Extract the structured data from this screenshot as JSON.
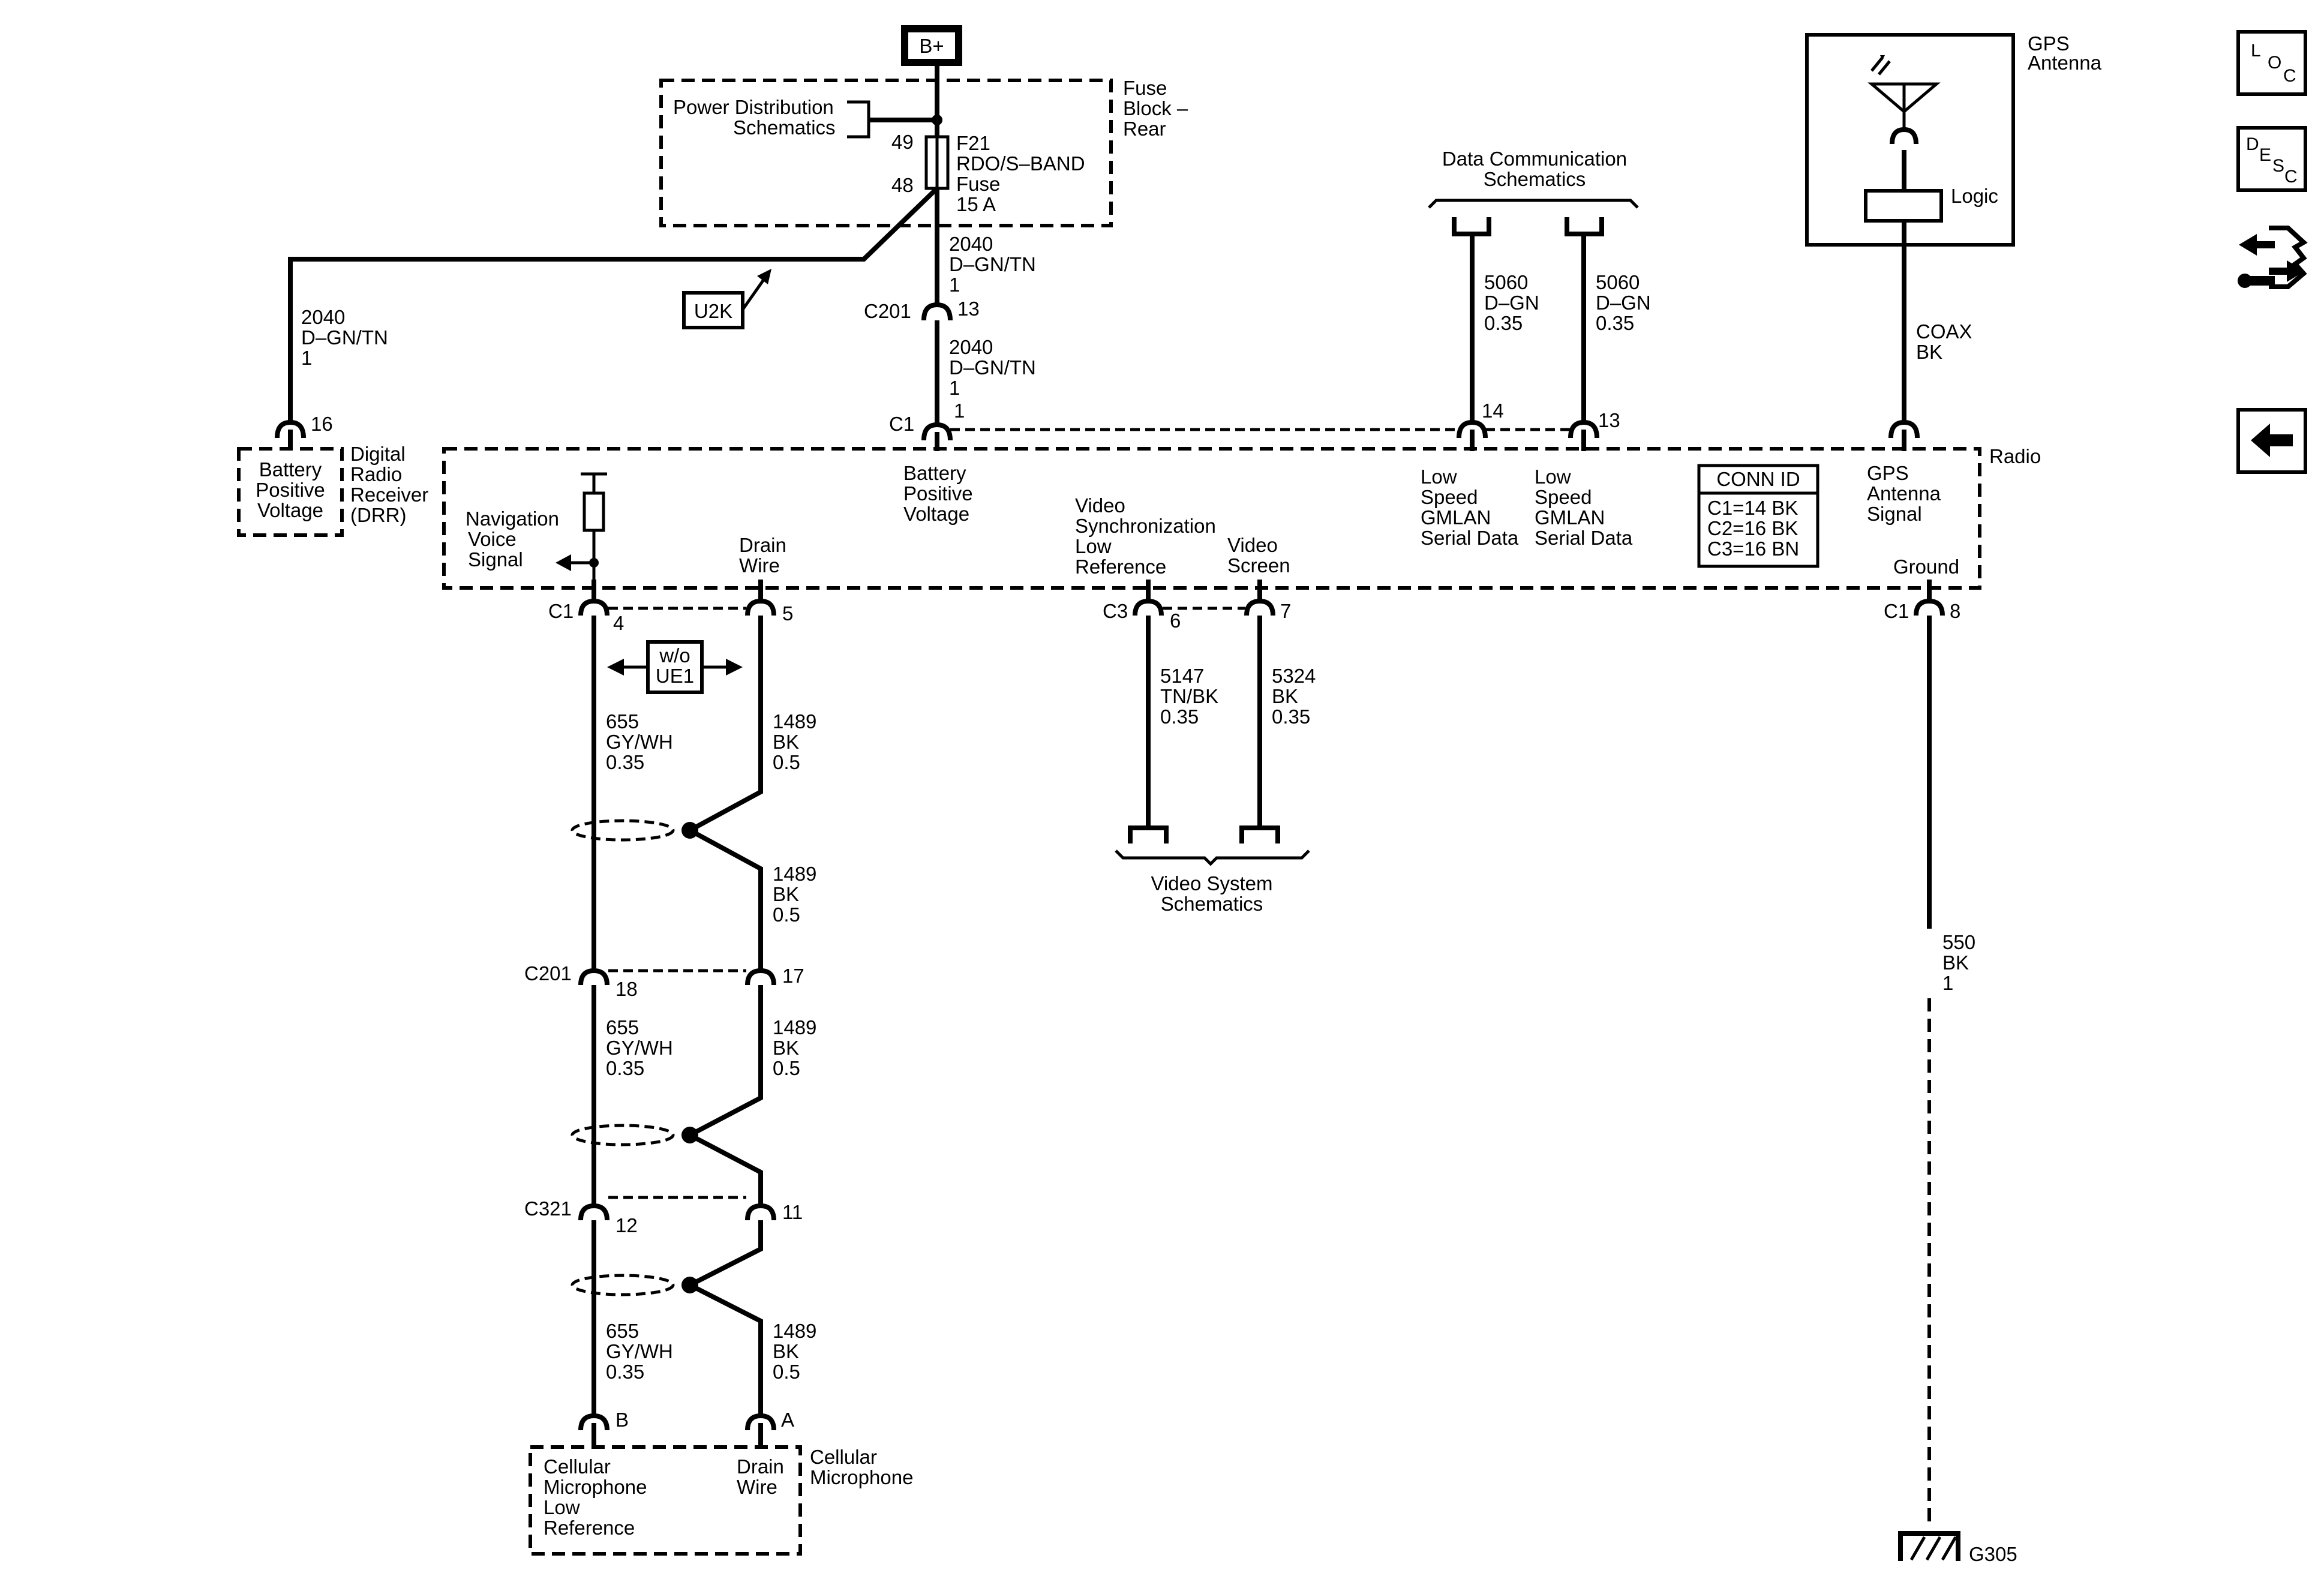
{
  "battery": {
    "label": "B+"
  },
  "fuse_block": {
    "title": [
      "Fuse",
      "Block –",
      "Rear"
    ],
    "pds": [
      "Power Distribution",
      "Schematics"
    ],
    "pin_in": "49",
    "pin_out": "48",
    "fuse": [
      "F21",
      "RDO/S–BAND",
      "Fuse",
      "15 A"
    ]
  },
  "u2k": {
    "label": "U2K"
  },
  "wires": {
    "fuse_out": [
      "2040",
      "D–GN/TN",
      "1"
    ],
    "c201_13": [
      "2040",
      "D–GN/TN",
      "1"
    ],
    "drr_feed": [
      "2040",
      "D–GN/TN",
      "1"
    ],
    "gmlan_14": [
      "5060",
      "D–GN",
      "0.35"
    ],
    "gmlan_13": [
      "5060",
      "D–GN",
      "0.35"
    ],
    "coax": [
      "COAX",
      "BK"
    ],
    "vid_ref": [
      "5147",
      "TN/BK",
      "0.35"
    ],
    "vid_screen": [
      "5324",
      "BK",
      "0.35"
    ],
    "ground": [
      "550",
      "BK",
      "1"
    ],
    "mic_1": [
      "655",
      "GY/WH",
      "0.35"
    ],
    "drain_1": [
      "1489",
      "BK",
      "0.5"
    ],
    "drain_1b": [
      "1489",
      "BK",
      "0.5"
    ],
    "mic_2": [
      "655",
      "GY/WH",
      "0.35"
    ],
    "drain_2": [
      "1489",
      "BK",
      "0.5"
    ],
    "mic_3": [
      "655",
      "GY/WH",
      "0.35"
    ],
    "drain_3": [
      "1489",
      "BK",
      "0.5"
    ]
  },
  "connectors": {
    "c201_top": {
      "name": "C201",
      "pin": "13"
    },
    "c1_radio": {
      "name": "C1",
      "pin": "1"
    },
    "drr_pin": "16",
    "gmlan_a": "14",
    "gmlan_b": "13",
    "c1_nav": {
      "name": "C1",
      "pin": "4"
    },
    "drain_pin": "5",
    "c3_vid": {
      "name": "C3",
      "pin": "6"
    },
    "vid_screen_pin": "7",
    "c1_gnd": {
      "name": "C1",
      "pin": "8"
    },
    "c201_low": {
      "name": "C201",
      "pin_a": "18",
      "pin_b": "17"
    },
    "c321": {
      "name": "C321",
      "pin_a": "12",
      "pin_b": "11"
    },
    "mic_b": "B",
    "mic_a": "A"
  },
  "data_comm": [
    "Data Communication",
    "Schematics"
  ],
  "video_sys": [
    "Video System",
    "Schematics"
  ],
  "gps": {
    "title": [
      "GPS",
      "Antenna"
    ],
    "logic": "Logic"
  },
  "drr": {
    "box": [
      "Battery",
      "Positive",
      "Voltage"
    ],
    "title": [
      "Digital",
      "Radio",
      "Receiver",
      "(DRR)"
    ]
  },
  "radio": {
    "title": "Radio",
    "batt": [
      "Battery",
      "Positive",
      "Voltage"
    ],
    "nav": [
      "Navigation",
      "Voice",
      "Signal"
    ],
    "drain": [
      "Drain",
      "Wire"
    ],
    "vsync": [
      "Video",
      "Synchronization",
      "Low",
      "Reference"
    ],
    "vscreen": [
      "Video",
      "Screen"
    ],
    "ls1": [
      "Low",
      "Speed",
      "GMLAN",
      "Serial Data"
    ],
    "ls2": [
      "Low",
      "Speed",
      "GMLAN",
      "Serial Data"
    ],
    "gps_sig": [
      "GPS",
      "Antenna",
      "Signal"
    ],
    "ground": "Ground",
    "conn_id_title": "CONN ID",
    "conn_id": [
      "C1=14 BK",
      "C2=16 BK",
      "C3=16 BN"
    ]
  },
  "option": [
    "w/o",
    "UE1"
  ],
  "mic": {
    "title": [
      "Cellular",
      "Microphone"
    ],
    "low": [
      "Cellular",
      "Microphone",
      "Low",
      "Reference"
    ],
    "drain": [
      "Drain",
      "Wire"
    ]
  },
  "ground_label": "G305",
  "side_nav": {
    "loc": [
      "L",
      "O",
      "C"
    ],
    "desc": [
      "D",
      "E",
      "S",
      "C"
    ]
  }
}
